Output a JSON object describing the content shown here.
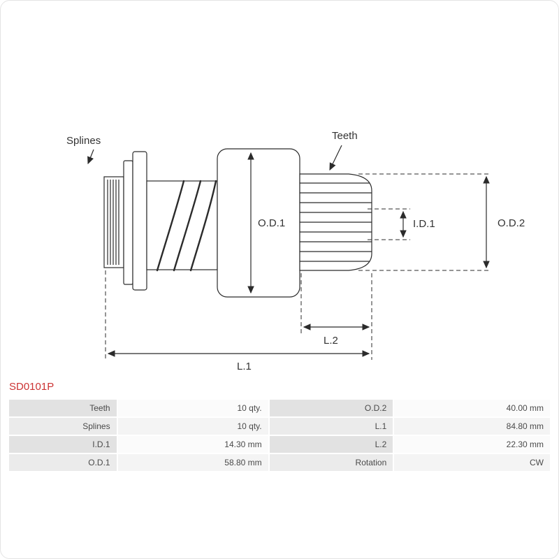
{
  "part_number": "SD0101P",
  "colors": {
    "accent": "#cc3333",
    "line": "#2b2b2b",
    "table_label_bg": "#e2e2e2",
    "table_value_bg": "#fbfbfb"
  },
  "diagram": {
    "labels": {
      "splines": "Splines",
      "teeth": "Teeth",
      "od1": "O.D.1",
      "id1": "I.D.1",
      "od2": "O.D.2",
      "l1": "L.1",
      "l2": "L.2"
    }
  },
  "table": {
    "rows": [
      {
        "p1_label": "Teeth",
        "p1_value": "10 qty.",
        "p2_label": "O.D.2",
        "p2_value": "40.00 mm"
      },
      {
        "p1_label": "Splines",
        "p1_value": "10 qty.",
        "p2_label": "L.1",
        "p2_value": "84.80 mm"
      },
      {
        "p1_label": "I.D.1",
        "p1_value": "14.30 mm",
        "p2_label": "L.2",
        "p2_value": "22.30 mm"
      },
      {
        "p1_label": "O.D.1",
        "p1_value": "58.80 mm",
        "p2_label": "Rotation",
        "p2_value": "CW"
      }
    ]
  }
}
